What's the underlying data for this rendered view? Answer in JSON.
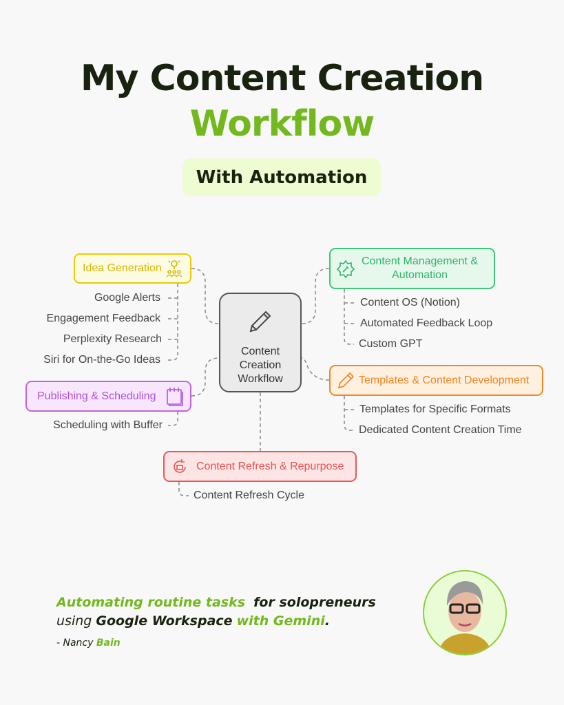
{
  "header": {
    "title_line1": "My Content Creation",
    "title_line2": "Workflow",
    "subtitle": "With Automation"
  },
  "center": {
    "line1": "Content",
    "line2": "Creation",
    "line3": "Workflow",
    "icon": "pencil-icon"
  },
  "nodes": {
    "idea": {
      "label": "Idea Generation",
      "icon": "lightbulb-team-icon",
      "color": "#d9bd00",
      "items": [
        "Google Alerts",
        "Engagement Feedback",
        "Perplexity Research",
        "Siri for On-the-Go Ideas"
      ]
    },
    "publishing": {
      "label": "Publishing & Scheduling",
      "icon": "calendar-icon",
      "color": "#b456dc",
      "items": [
        "Scheduling with Buffer"
      ]
    },
    "management": {
      "label_line1": "Content Management &",
      "label_line2": "Automation",
      "icon": "gear-icon",
      "color": "#2fb56a",
      "items": [
        "Content OS (Notion)",
        "Automated Feedback Loop",
        "Custom GPT"
      ]
    },
    "templates": {
      "label": "Templates & Content Development",
      "icon": "pen-icon",
      "color": "#ee8420",
      "items": [
        "Templates for Specific Formats",
        "Dedicated Content Creation Time"
      ]
    },
    "refresh": {
      "label": "Content Refresh & Repurpose",
      "icon": "refresh-icon",
      "color": "#e05555",
      "items": [
        "Content Refresh Cycle"
      ]
    }
  },
  "footer": {
    "green1": "Automating routine tasks",
    "dark1": "for solopreneurs",
    "plain2": "using",
    "dark2": "Google Workspace",
    "green2": "with Gemini",
    "period": ".",
    "sig_prefix": "- Nancy",
    "sig_name": "Bain"
  }
}
